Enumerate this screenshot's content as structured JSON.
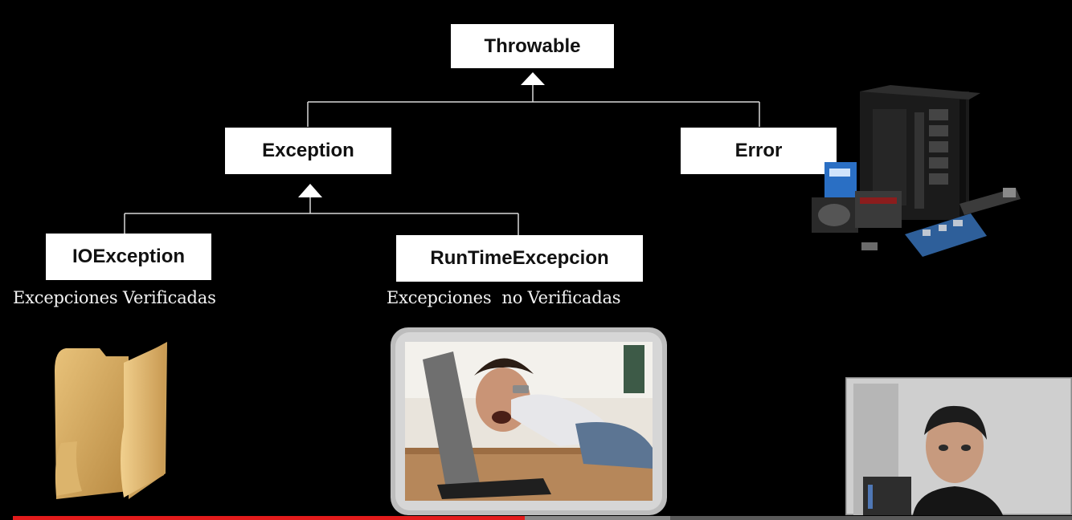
{
  "diagram": {
    "nodes": {
      "throwable": "Throwable",
      "exception": "Exception",
      "error": "Error",
      "ioexception": "IOException",
      "runtime": "RunTimeExcepcion"
    },
    "captions": {
      "checked": "Excepciones Verificadas",
      "unchecked": "Excepciones  no Verificadas"
    },
    "illustrations": {
      "folder": "folder-icon",
      "frustrated": "frustrated-user-photo",
      "hardware": "computer-hardware-photo",
      "webcam": "presenter-webcam"
    }
  },
  "player": {
    "progress": 0.483,
    "buffered": 0.621,
    "progress_color": "#e21b1b"
  }
}
